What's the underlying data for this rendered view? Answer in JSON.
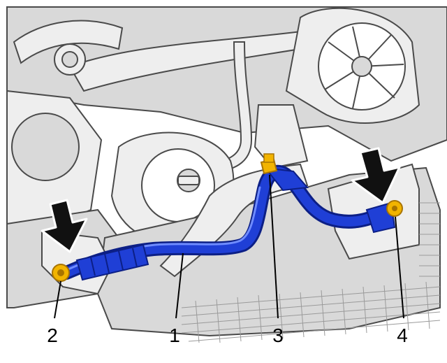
{
  "colors": {
    "background": "#ffffff",
    "engine_light": "#eeeeee",
    "engine_mid": "#d9d9d9",
    "engine_dark": "#9a9a9a",
    "outline": "#4a4a4a",
    "pipe": "#1f3fd6",
    "pipe_dark": "#0c1f86",
    "pipe_highlight": "#6f8cff",
    "bolt": "#f2b400",
    "bolt_dark": "#a87400",
    "arrow": "#111111",
    "leader": "#000000"
  },
  "icons": {
    "arrow_left": "down-arrow-icon",
    "arrow_right": "down-arrow-icon",
    "bolt": "bolt-icon"
  },
  "callouts": [
    {
      "id": "1",
      "label": "1"
    },
    {
      "id": "2",
      "label": "2"
    },
    {
      "id": "3",
      "label": "3"
    },
    {
      "id": "4",
      "label": "4"
    }
  ]
}
